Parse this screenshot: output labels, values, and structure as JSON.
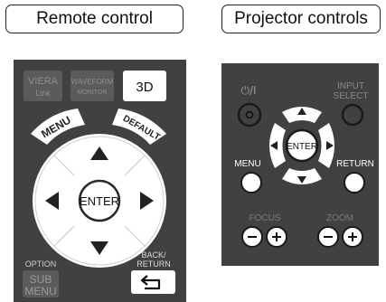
{
  "headers": {
    "remote": "Remote control",
    "projector": "Projector controls"
  },
  "remote": {
    "viera_line1": "VIERA",
    "viera_line2": "Link",
    "waveform_line1": "WAVEFORM",
    "waveform_line2": "MONITOR",
    "btn_3d": "3D",
    "menu": "MENU",
    "default": "DEFAULT",
    "enter": "ENTER",
    "option": "OPTION",
    "sub": "SUB",
    "menu2": "MENU",
    "back": "BACK/",
    "return": "RETURN"
  },
  "projector": {
    "power": "⏻/I",
    "input1": "INPUT",
    "input2": "SELECT",
    "enter": "ENTER",
    "menu": "MENU",
    "return": "RETURN",
    "focus": "FOCUS",
    "zoom": "ZOOM"
  },
  "colors": {
    "panel": "#414141",
    "panel_light": "#5a5a5a",
    "white": "#ffffff",
    "dim_text": "#8a8a8a"
  }
}
